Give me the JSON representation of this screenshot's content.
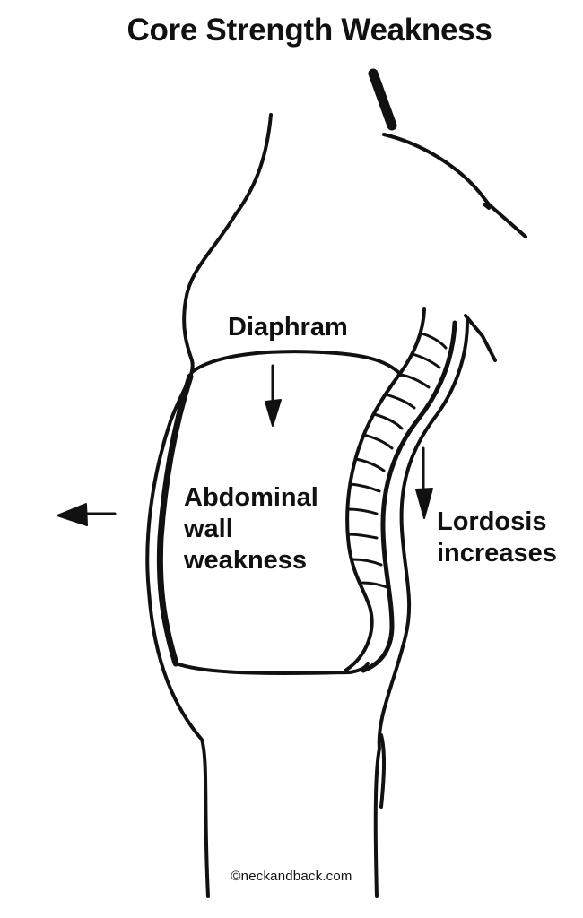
{
  "title": "Core Strength Weakness",
  "labels": {
    "diaphragm": "Diaphram",
    "abdominal": [
      "Abdominal",
      "wall",
      "weakness"
    ],
    "lordosis": [
      "Lordosis",
      "increases"
    ]
  },
  "copyright": "©neckandback.com",
  "colors": {
    "ink": "#111111",
    "background": "#ffffff"
  }
}
